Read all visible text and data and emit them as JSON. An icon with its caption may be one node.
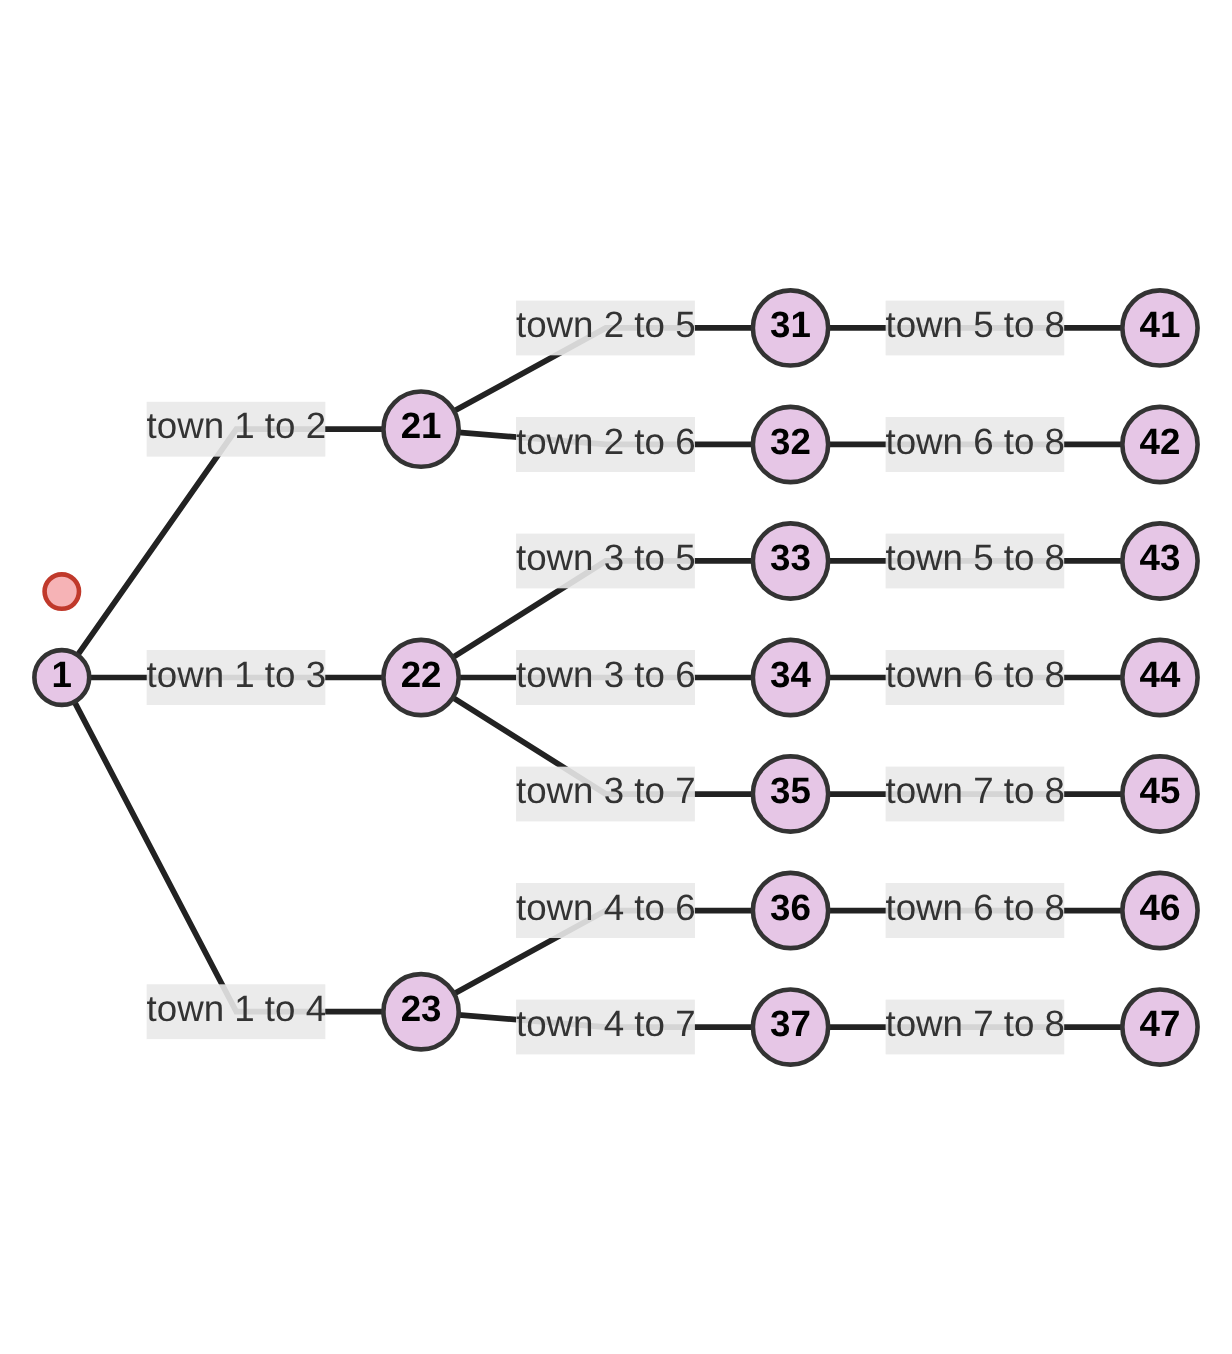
{
  "diagram": {
    "nodes": [
      {
        "text": [],
        "shape": "circle"
      },
      {
        "text": [
          "1"
        ]
      },
      {
        "text": [
          "21"
        ]
      },
      {
        "text": [
          "22"
        ]
      },
      {
        "text": [
          "23"
        ]
      },
      {
        "text": [
          "31"
        ]
      },
      {
        "text": [
          "32"
        ]
      },
      {
        "text": [
          "33"
        ]
      },
      {
        "text": [
          "34"
        ]
      },
      {
        "text": [
          "35"
        ]
      },
      {
        "text": [
          "36"
        ]
      },
      {
        "text": [
          "37"
        ]
      },
      {
        "text": [
          "41"
        ]
      },
      {
        "text": [
          "42"
        ]
      },
      {
        "text": [
          "43"
        ]
      },
      {
        "text": [
          "44"
        ]
      },
      {
        "text": [
          "45"
        ]
      },
      {
        "text": [
          "46"
        ]
      },
      {
        "text": [
          "47"
        ]
      }
    ],
    "edges": [
      {
        "from": 1,
        "to": 2,
        "arrow": "none",
        "label": "town 1 to 2"
      },
      {
        "from": 1,
        "to": 3,
        "arrow": "none",
        "label": "town 1 to 3"
      },
      {
        "from": 1,
        "to": 4,
        "arrow": "none",
        "label": "town 1 to 4"
      },
      {
        "from": 2,
        "to": 5,
        "arrow": "none",
        "label": "town 2 to 5"
      },
      {
        "from": 2,
        "to": 6,
        "arrow": "none",
        "label": "town 2 to 6"
      },
      {
        "from": 3,
        "to": 7,
        "arrow": "none",
        "label": "town 3 to 5"
      },
      {
        "from": 3,
        "to": 8,
        "arrow": "none",
        "label": "town 3 to 6"
      },
      {
        "from": 3,
        "to": 9,
        "arrow": "none",
        "label": "town 3 to 7"
      },
      {
        "from": 4,
        "to": 10,
        "arrow": "none",
        "label": "town 4 to 6"
      },
      {
        "from": 4,
        "to": 11,
        "arrow": "none",
        "label": "town 4 to 7"
      },
      {
        "from": 5,
        "to": 12,
        "arrow": "none",
        "label": "town 5 to 8"
      },
      {
        "from": 6,
        "to": 13,
        "arrow": "none",
        "label": "town 6 to 8"
      },
      {
        "from": 7,
        "to": 14,
        "arrow": "none",
        "label": "town 5 to 8"
      },
      {
        "from": 8,
        "to": 15,
        "arrow": "none",
        "label": "town 6 to 8"
      },
      {
        "from": 9,
        "to": 16,
        "arrow": "none",
        "label": "town 7 to 8"
      },
      {
        "from": 10,
        "to": 17,
        "arrow": "none",
        "label": "town 6 to 8"
      },
      {
        "from": 11,
        "to": 18,
        "arrow": "none",
        "label": "town 7 to 8"
      }
    ]
  }
}
